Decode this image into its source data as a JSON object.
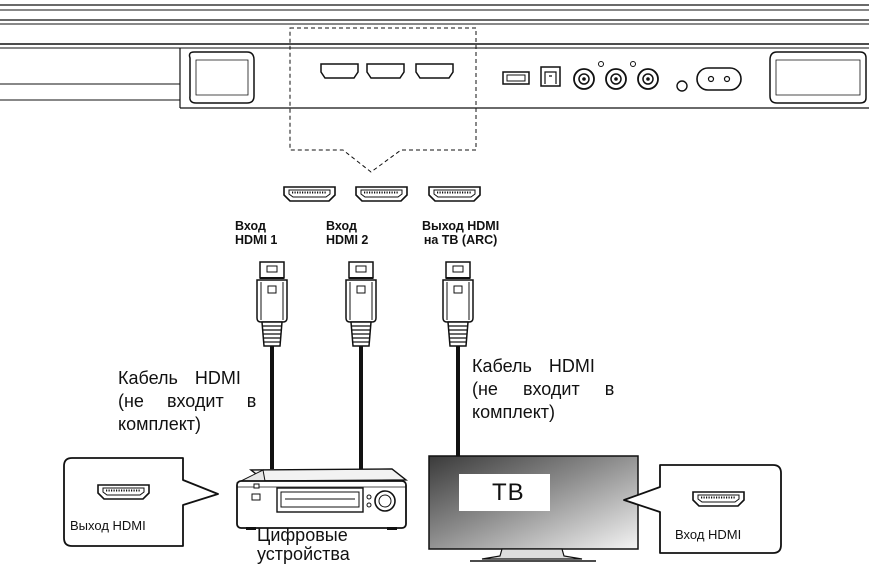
{
  "ports": {
    "in1": [
      "Вход",
      "HDMI 1"
    ],
    "in2": [
      "Вход",
      "HDMI 2"
    ],
    "arc": [
      "Выход HDMI",
      "на ТВ (ARC)"
    ]
  },
  "cable_note_left": [
    "Кабель HDMI",
    "(не входит в",
    "комплект)"
  ],
  "cable_note_right": [
    "Кабель HDMI",
    "(не входит в",
    "комплект)"
  ],
  "device": {
    "name": [
      "Цифровые",
      "устройства"
    ],
    "callout": "Выход HDMI"
  },
  "tv": {
    "label": "ТВ",
    "callout": "Вход HDMI"
  }
}
